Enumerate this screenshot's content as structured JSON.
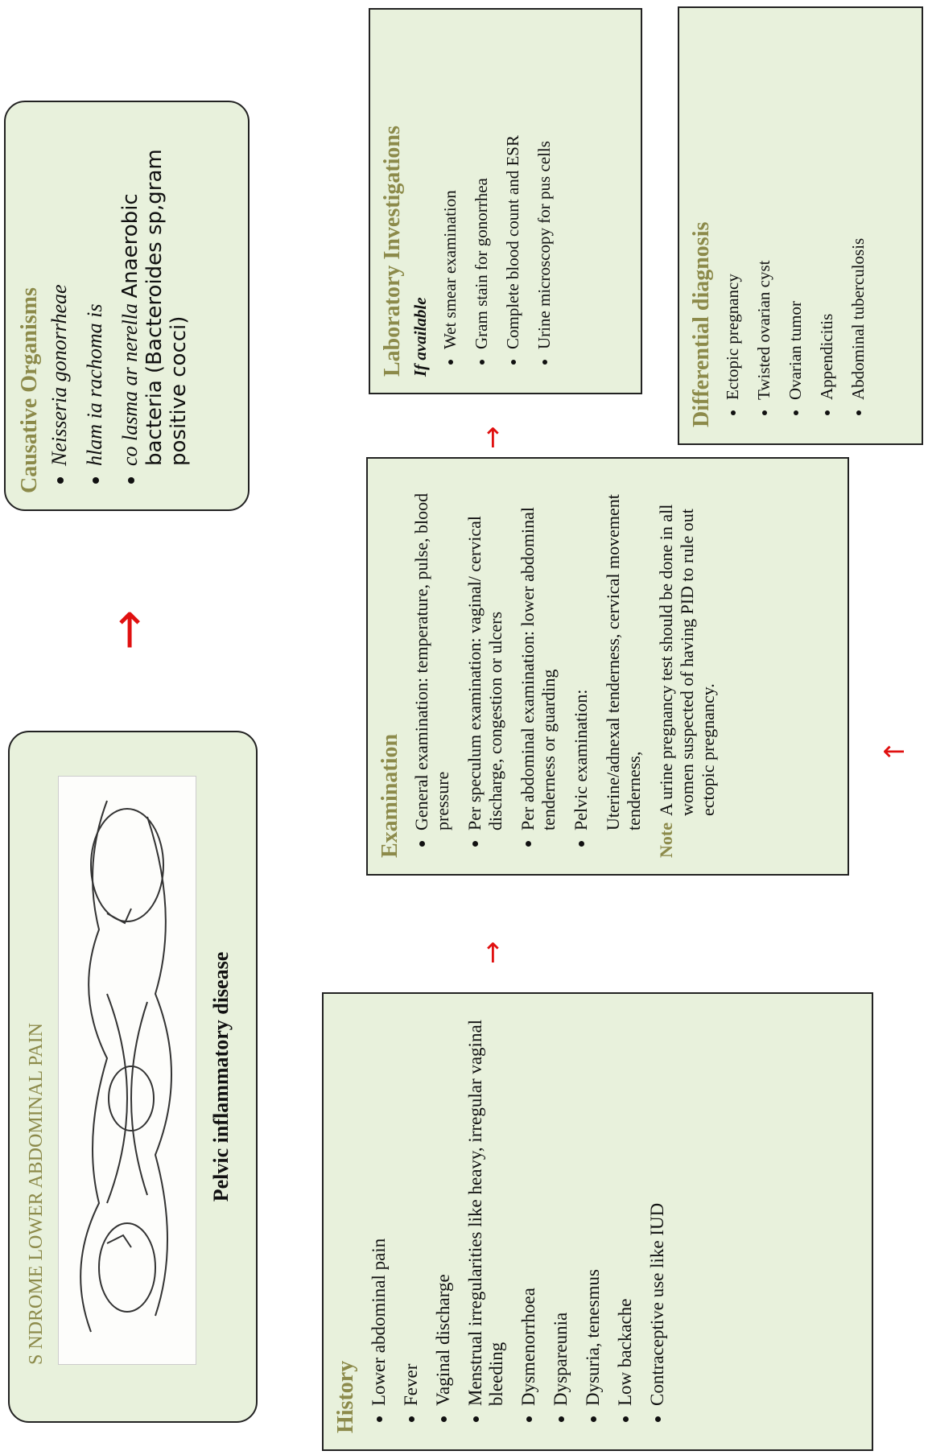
{
  "syndrome": {
    "title": "S NDROME LOWER ABDOMINAL PAIN",
    "caption": "Pelvic inflammatory disease",
    "illustration_icon": "uterus-illustration-icon"
  },
  "causative": {
    "heading": "Causative Organisms",
    "items": [
      "Neisseria gonorrheae",
      "hlam ia rachoma is",
      "co lasma ar nerella"
    ],
    "item3_tail": "Anaerobic bacteria (Bacteroides sp,gram positive cocci)"
  },
  "history": {
    "heading": "History",
    "items": [
      "Lower abdominal pain",
      "Fever",
      "Vaginal discharge",
      "Menstrual irregularities like heavy, irregular vaginal bleeding",
      "Dysmenorrhoea",
      "Dyspareunia",
      "Dysuria, tenesmus",
      "Low backache",
      "Contraceptive use like IUD"
    ]
  },
  "examination": {
    "heading": "Examination",
    "items": [
      "General examination: temperature, pulse, blood pressure",
      "Per speculum examination: vaginal/ cervical discharge, congestion or ulcers",
      "Per abdominal examination: lower abdominal tenderness or guarding",
      "Pelvic examination:"
    ],
    "pelvic_detail": "Uterine/adnexal tenderness, cervical movement tenderness,",
    "note_label": "Note",
    "note_text": "A urine pregnancy test should be done in all women suspected of having PID to rule out ectopic pregnancy."
  },
  "lab": {
    "heading": "Laboratory Investigations",
    "subheading": "If available",
    "items": [
      "Wet smear examination",
      "Gram stain for gonorrhea",
      "Complete blood count and ESR",
      "Urine microscopy for pus cells"
    ]
  },
  "differential": {
    "heading": "Differential diagnosis",
    "items": [
      "Ectopic pregnancy",
      "Twisted ovarian cyst",
      "Ovarian tumor",
      "Appendicitis",
      "Abdominal tuberculosis"
    ]
  },
  "colors": {
    "box_fill": "#e8f1dc",
    "heading": "#8c8a4a",
    "arrow": "#e01010"
  }
}
